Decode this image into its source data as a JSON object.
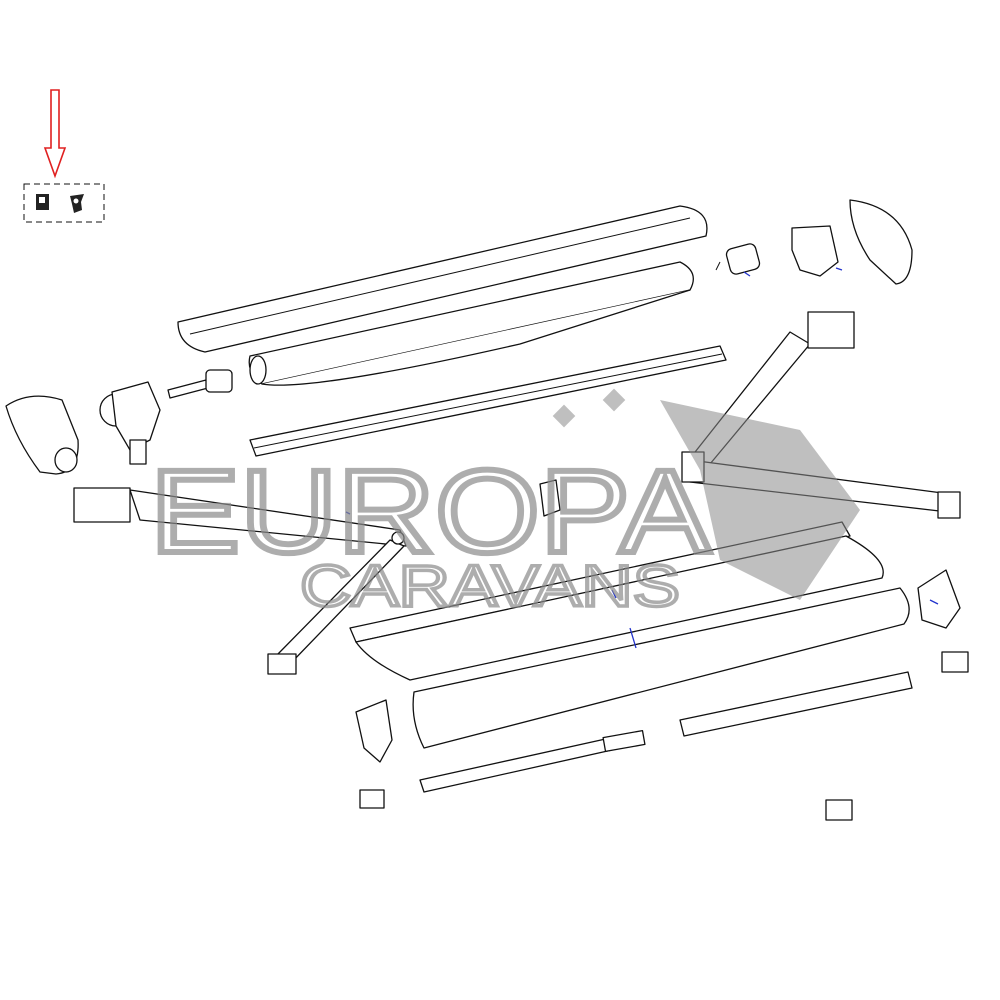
{
  "watermark": {
    "line1": "EUROPA",
    "line2": "CARAVANS",
    "color": "#8a8a8a"
  },
  "highlight": {
    "arrow_color": "#e02020",
    "target": "dashed-box-small-parts"
  },
  "colors": {
    "outline": "#111111",
    "leader_lines": "#2233cc"
  }
}
